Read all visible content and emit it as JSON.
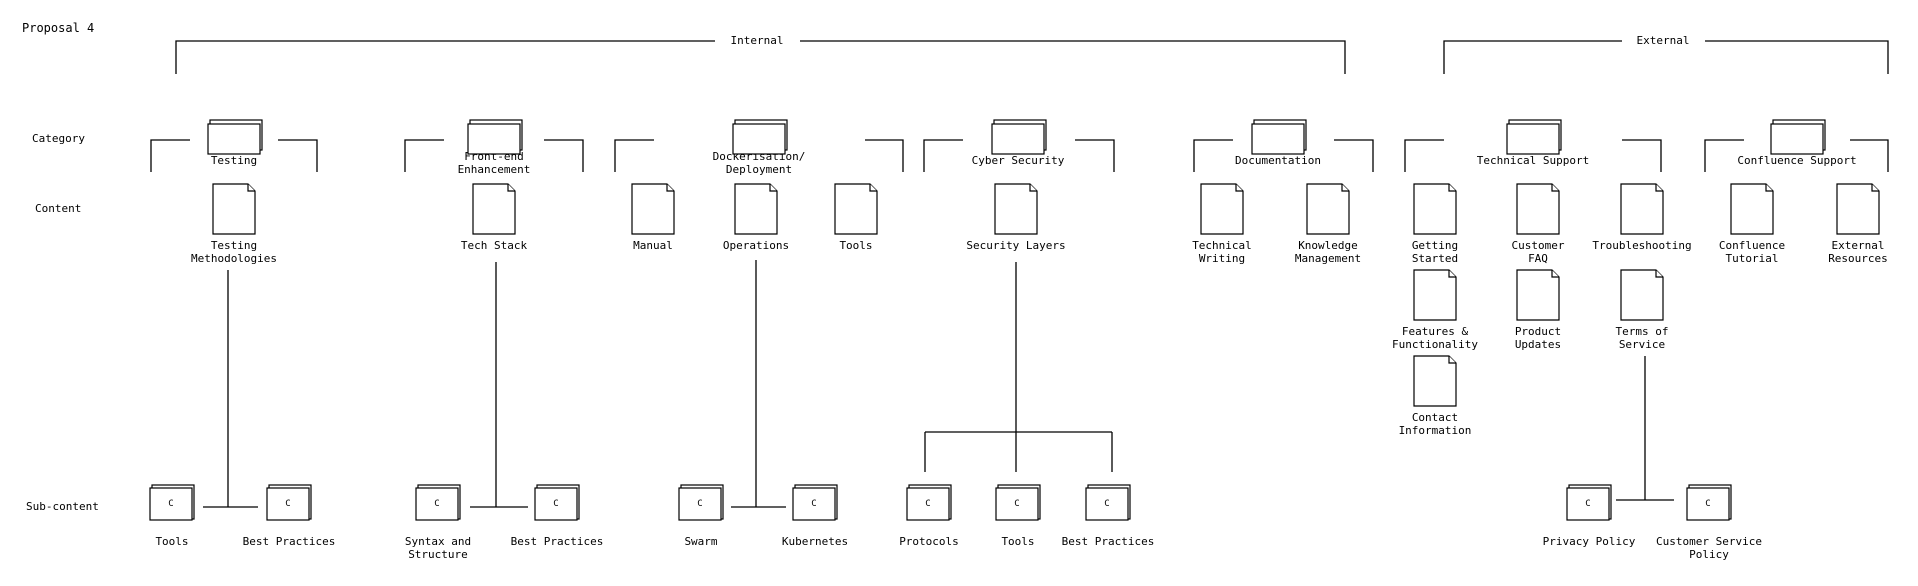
{
  "title": "Proposal 4",
  "row_labels": {
    "category": "Category",
    "content": "Content",
    "subcontent": "Sub-content"
  },
  "groups": {
    "internal": "Internal",
    "external": "External"
  },
  "categories": {
    "testing": "Testing",
    "frontend": [
      "Front-end",
      "Enhancement"
    ],
    "docker": [
      "Dockerisation/",
      "Deployment"
    ],
    "cyber": "Cyber Security",
    "documentation": "Documentation",
    "techsupport": "Technical Support",
    "confluence": "Confluence Support"
  },
  "docs": {
    "testing_methodologies": [
      "Testing",
      "Methodologies"
    ],
    "tech_stack": [
      "Tech Stack"
    ],
    "manual": [
      "Manual"
    ],
    "operations": [
      "Operations"
    ],
    "tools": [
      "Tools"
    ],
    "security_layers": [
      "Security Layers"
    ],
    "technical_writing": [
      "Technical",
      "Writing"
    ],
    "knowledge_management": [
      "Knowledge",
      "Management"
    ],
    "getting_started": [
      "Getting",
      "Started"
    ],
    "customer_faq": [
      "Customer",
      "FAQ"
    ],
    "troubleshooting": [
      "Troubleshooting"
    ],
    "features": [
      "Features &",
      "Functionality"
    ],
    "product_updates": [
      "Product",
      "Updates"
    ],
    "terms": [
      "Terms of",
      "Service"
    ],
    "contact": [
      "Contact",
      "Information"
    ],
    "confluence_tutorial": [
      "Confluence",
      "Tutorial"
    ],
    "external_resources": [
      "External",
      "Resources"
    ]
  },
  "subs": {
    "glyph": "C",
    "testing_tools": [
      "Tools"
    ],
    "testing_best": [
      "Best Practices"
    ],
    "fe_syntax": [
      "Syntax and",
      "Structure"
    ],
    "fe_best": [
      "Best Practices"
    ],
    "swarm": [
      "Swarm"
    ],
    "kubernetes": [
      "Kubernetes"
    ],
    "protocols": [
      "Protocols"
    ],
    "cyber_tools": [
      "Tools"
    ],
    "cyber_best": [
      "Best Practices"
    ],
    "privacy": [
      "Privacy Policy"
    ],
    "customer_service": [
      "Customer Service",
      "Policy"
    ]
  }
}
